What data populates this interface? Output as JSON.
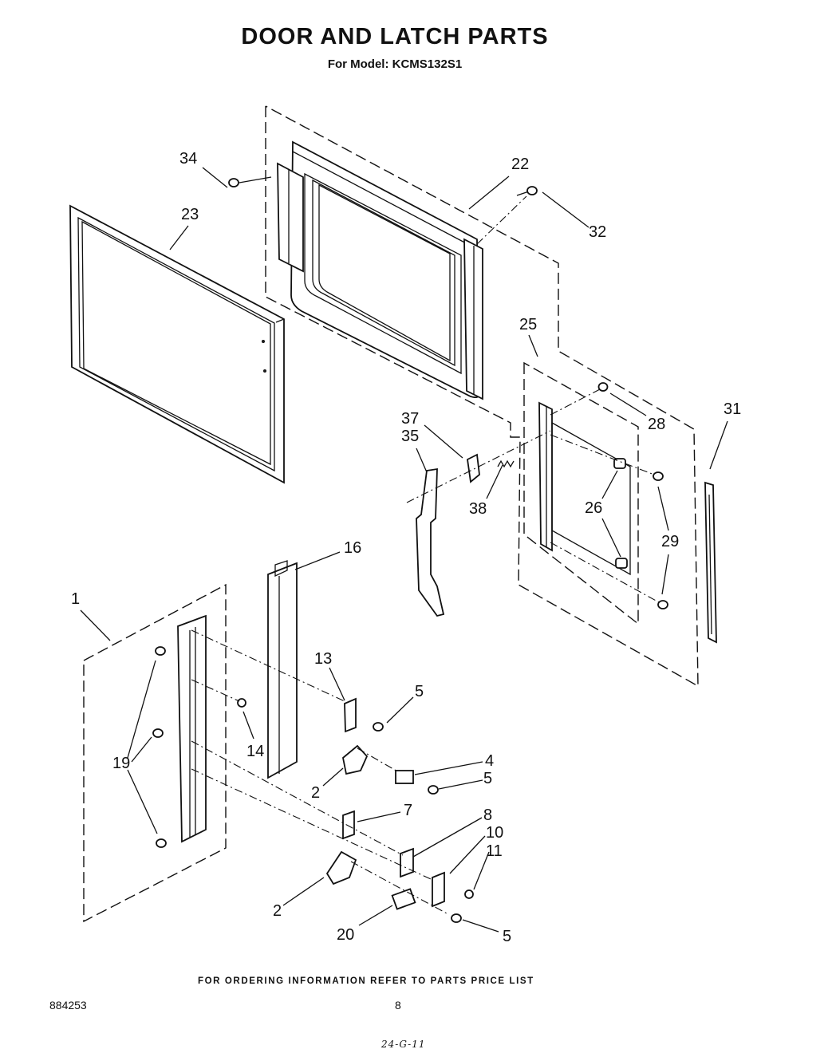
{
  "header": {
    "title": "DOOR AND LATCH PARTS",
    "subtitle": "For Model: KCMS132S1"
  },
  "callouts": {
    "c1": "1",
    "c2a": "2",
    "c2b": "2",
    "c4": "4",
    "c5a": "5",
    "c5b": "5",
    "c5c": "5",
    "c7": "7",
    "c8": "8",
    "c10": "10",
    "c11": "11",
    "c13": "13",
    "c14": "14",
    "c16": "16",
    "c19": "19",
    "c20": "20",
    "c22": "22",
    "c23": "23",
    "c25": "25",
    "c26": "26",
    "c28": "28",
    "c29": "29",
    "c31": "31",
    "c32": "32",
    "c34": "34",
    "c35": "35",
    "c37": "37",
    "c38": "38"
  },
  "footer": {
    "ordering_note": "FOR ORDERING INFORMATION REFER TO PARTS PRICE LIST",
    "doc_number": "884253",
    "page_number": "8",
    "handwritten_note": "24-G-11"
  }
}
